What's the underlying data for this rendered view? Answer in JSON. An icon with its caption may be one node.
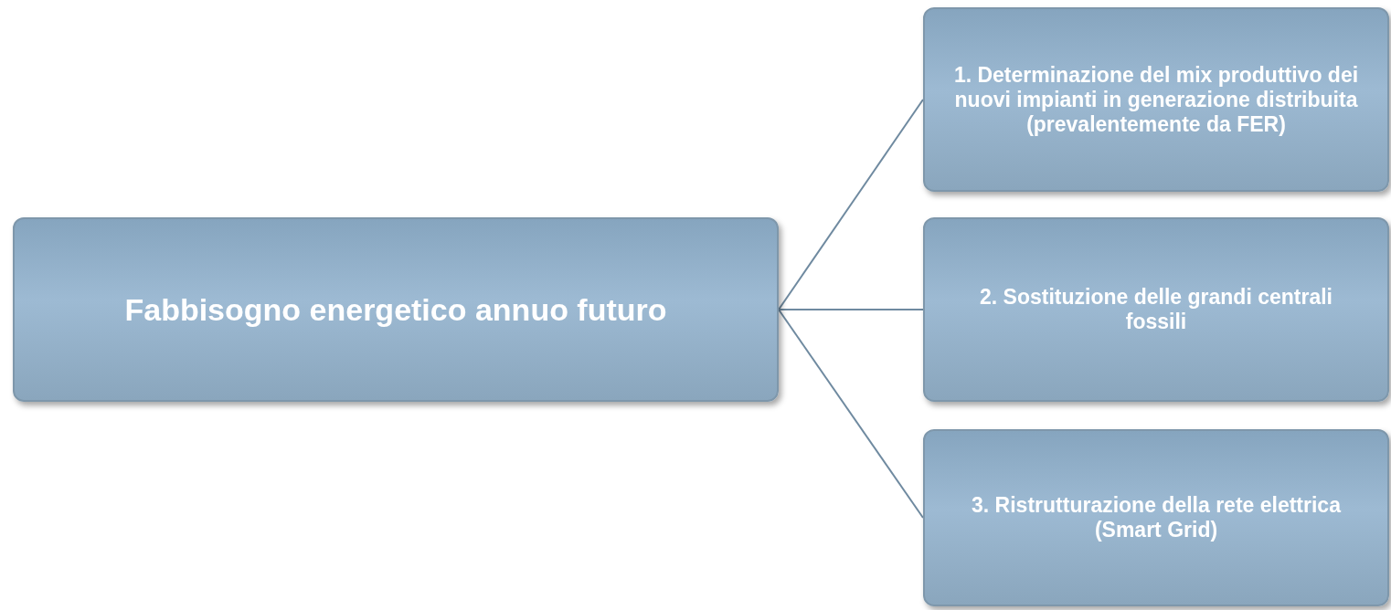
{
  "diagram": {
    "nodes": [
      {
        "text": [
          "Fabbisogno energetico annuo futuro"
        ]
      },
      {
        "text": [
          "1. Determinazione del mix produttivo dei nuovi impianti in generazione distribuita (prevalentemente da FER)"
        ]
      },
      {
        "text": [
          "2. Sostituzione delle grandi centrali fossili"
        ]
      },
      {
        "text": [
          "3. Ristrutturazione della rete elettrica (Smart Grid)"
        ]
      }
    ],
    "edges": [
      {
        "from": 0,
        "to": 1,
        "arrow": "none"
      },
      {
        "from": 0,
        "to": 2,
        "arrow": "none"
      },
      {
        "from": 0,
        "to": 3,
        "arrow": "none"
      }
    ]
  }
}
